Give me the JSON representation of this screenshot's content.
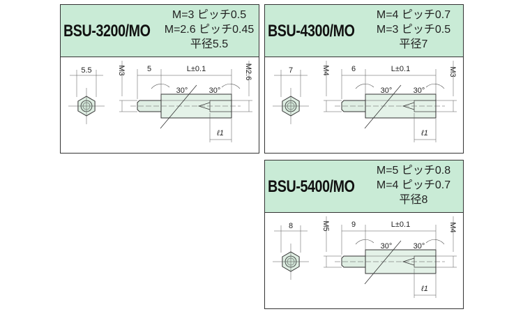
{
  "panels": [
    {
      "model": "BSU-3200/MO",
      "specs": [
        "M=3 ピッチ0.5",
        "M=2.6 ピッチ0.45",
        "平径5.5"
      ],
      "hex": "5.5",
      "shaft": "5",
      "left_thread": "M3",
      "right_thread": "M2.6",
      "length": "L±0.1",
      "angle": "30°",
      "depth": "ℓ1"
    },
    {
      "model": "BSU-4300/MO",
      "specs": [
        "M=4 ピッチ0.7",
        "M=3 ピッチ0.5",
        "平径7"
      ],
      "hex": "7",
      "shaft": "6",
      "left_thread": "M4",
      "right_thread": "M3",
      "length": "L±0.1",
      "angle": "30°",
      "depth": "ℓ1"
    },
    {
      "model": "BSU-5400/MO",
      "specs": [
        "M=5 ピッチ0.8",
        "M=4 ピッチ0.7",
        "平径8"
      ],
      "hex": "8",
      "shaft": "9",
      "left_thread": "M5",
      "right_thread": "M4",
      "length": "L±0.1",
      "angle": "30°",
      "depth": "ℓ1"
    }
  ]
}
